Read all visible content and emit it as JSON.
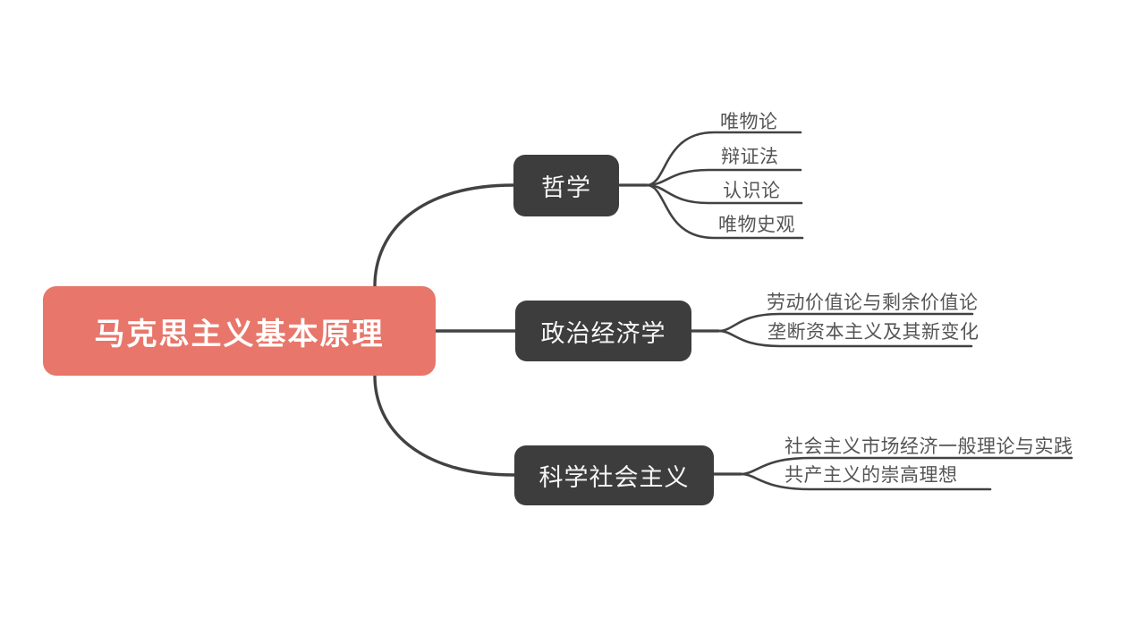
{
  "colors": {
    "canvas_bg": "#FFFFFF",
    "root_bg": "#E8766A",
    "root_text": "#FFFFFF",
    "node_bg": "#3D3D3D",
    "node_text": "#F7F7F7",
    "line": "#424242",
    "child_text": "#555555"
  },
  "mindmap": {
    "root": {
      "label": "马克思主义基本原理"
    },
    "branches": [
      {
        "label": "哲学",
        "children": [
          {
            "label": "唯物论"
          },
          {
            "label": "辩证法"
          },
          {
            "label": "认识论"
          },
          {
            "label": "唯物史观"
          }
        ]
      },
      {
        "label": "政治经济学",
        "children": [
          {
            "label": "劳动价值论与剩余价值论"
          },
          {
            "label": "垄断资本主义及其新变化"
          }
        ]
      },
      {
        "label": "科学社会主义",
        "children": [
          {
            "label": "社会主义市场经济一般理论与实践"
          },
          {
            "label": "共产主义的崇高理想"
          }
        ]
      }
    ]
  }
}
